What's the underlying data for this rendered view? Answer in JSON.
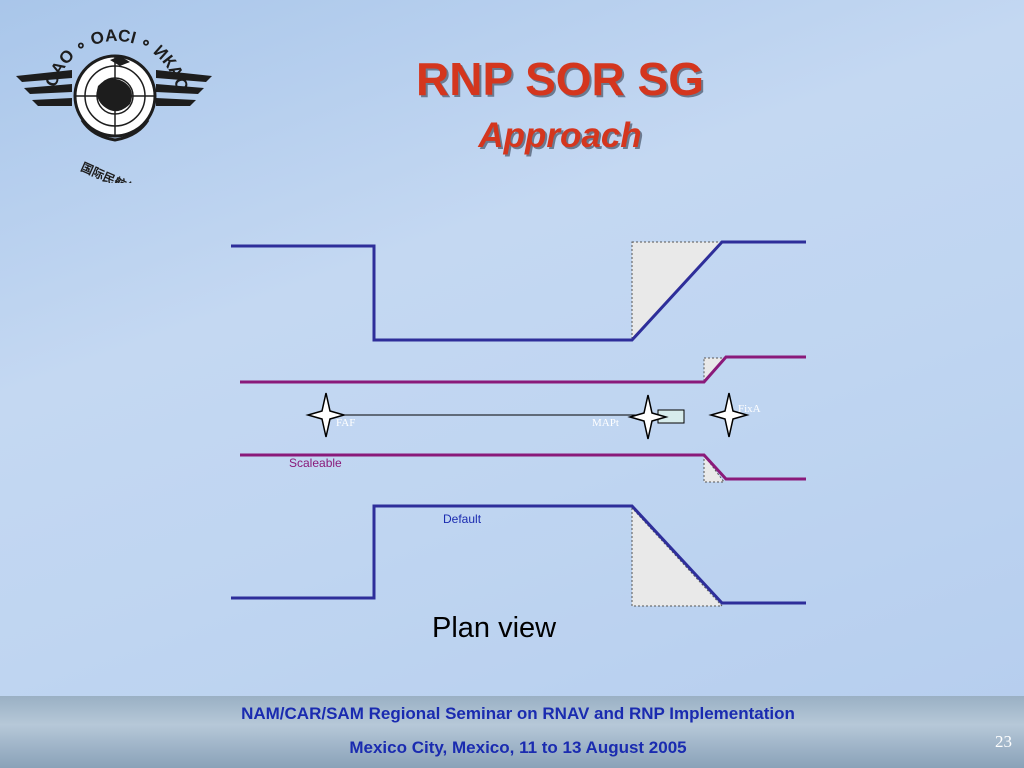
{
  "slide": {
    "title": "RNP SOR SG",
    "subtitle": "Approach",
    "caption": "Plan view",
    "page_number": "23"
  },
  "logo": {
    "text_top": "ICAO ∘ OACI ∘ ИКАО",
    "text_bottom": "国际民航组织 ∘ ايكاو"
  },
  "diagram": {
    "labels": {
      "faf": "FAF",
      "mapt": "MAPt",
      "fixa": "FixA",
      "scaleable": "Scaleable",
      "default": "Default"
    },
    "colors": {
      "default_boundary": "#2e2e9a",
      "scaleable_boundary": "#8a1a7a",
      "splay_fill": "#e9e9e9",
      "label_text": "#ffffff",
      "scaleable_text": "#8a1a7a",
      "default_text": "#1a2bb0"
    }
  },
  "footer": {
    "line1": "NAM/CAR/SAM Regional Seminar on RNAV and RNP Implementation",
    "line2": "Mexico City, Mexico, 11 to 13 August 2005"
  }
}
